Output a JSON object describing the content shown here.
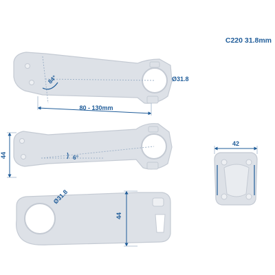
{
  "model": "C220 31.8mm",
  "labels": {
    "stem_angle": "84°",
    "clamp_diameter": "Ø31.8",
    "length_range": "80 - 130mm",
    "rise_angle": "6°",
    "stack_height_side": "44",
    "steerer_clamp": "Ø31.8",
    "stack_height_top": "44",
    "faceplate_width": "42"
  },
  "colors": {
    "part_fill": "#dde1e7",
    "part_stroke": "#c4cad3",
    "dimension_blue": "#1f5c99",
    "title_blue": "#1f5c99"
  }
}
